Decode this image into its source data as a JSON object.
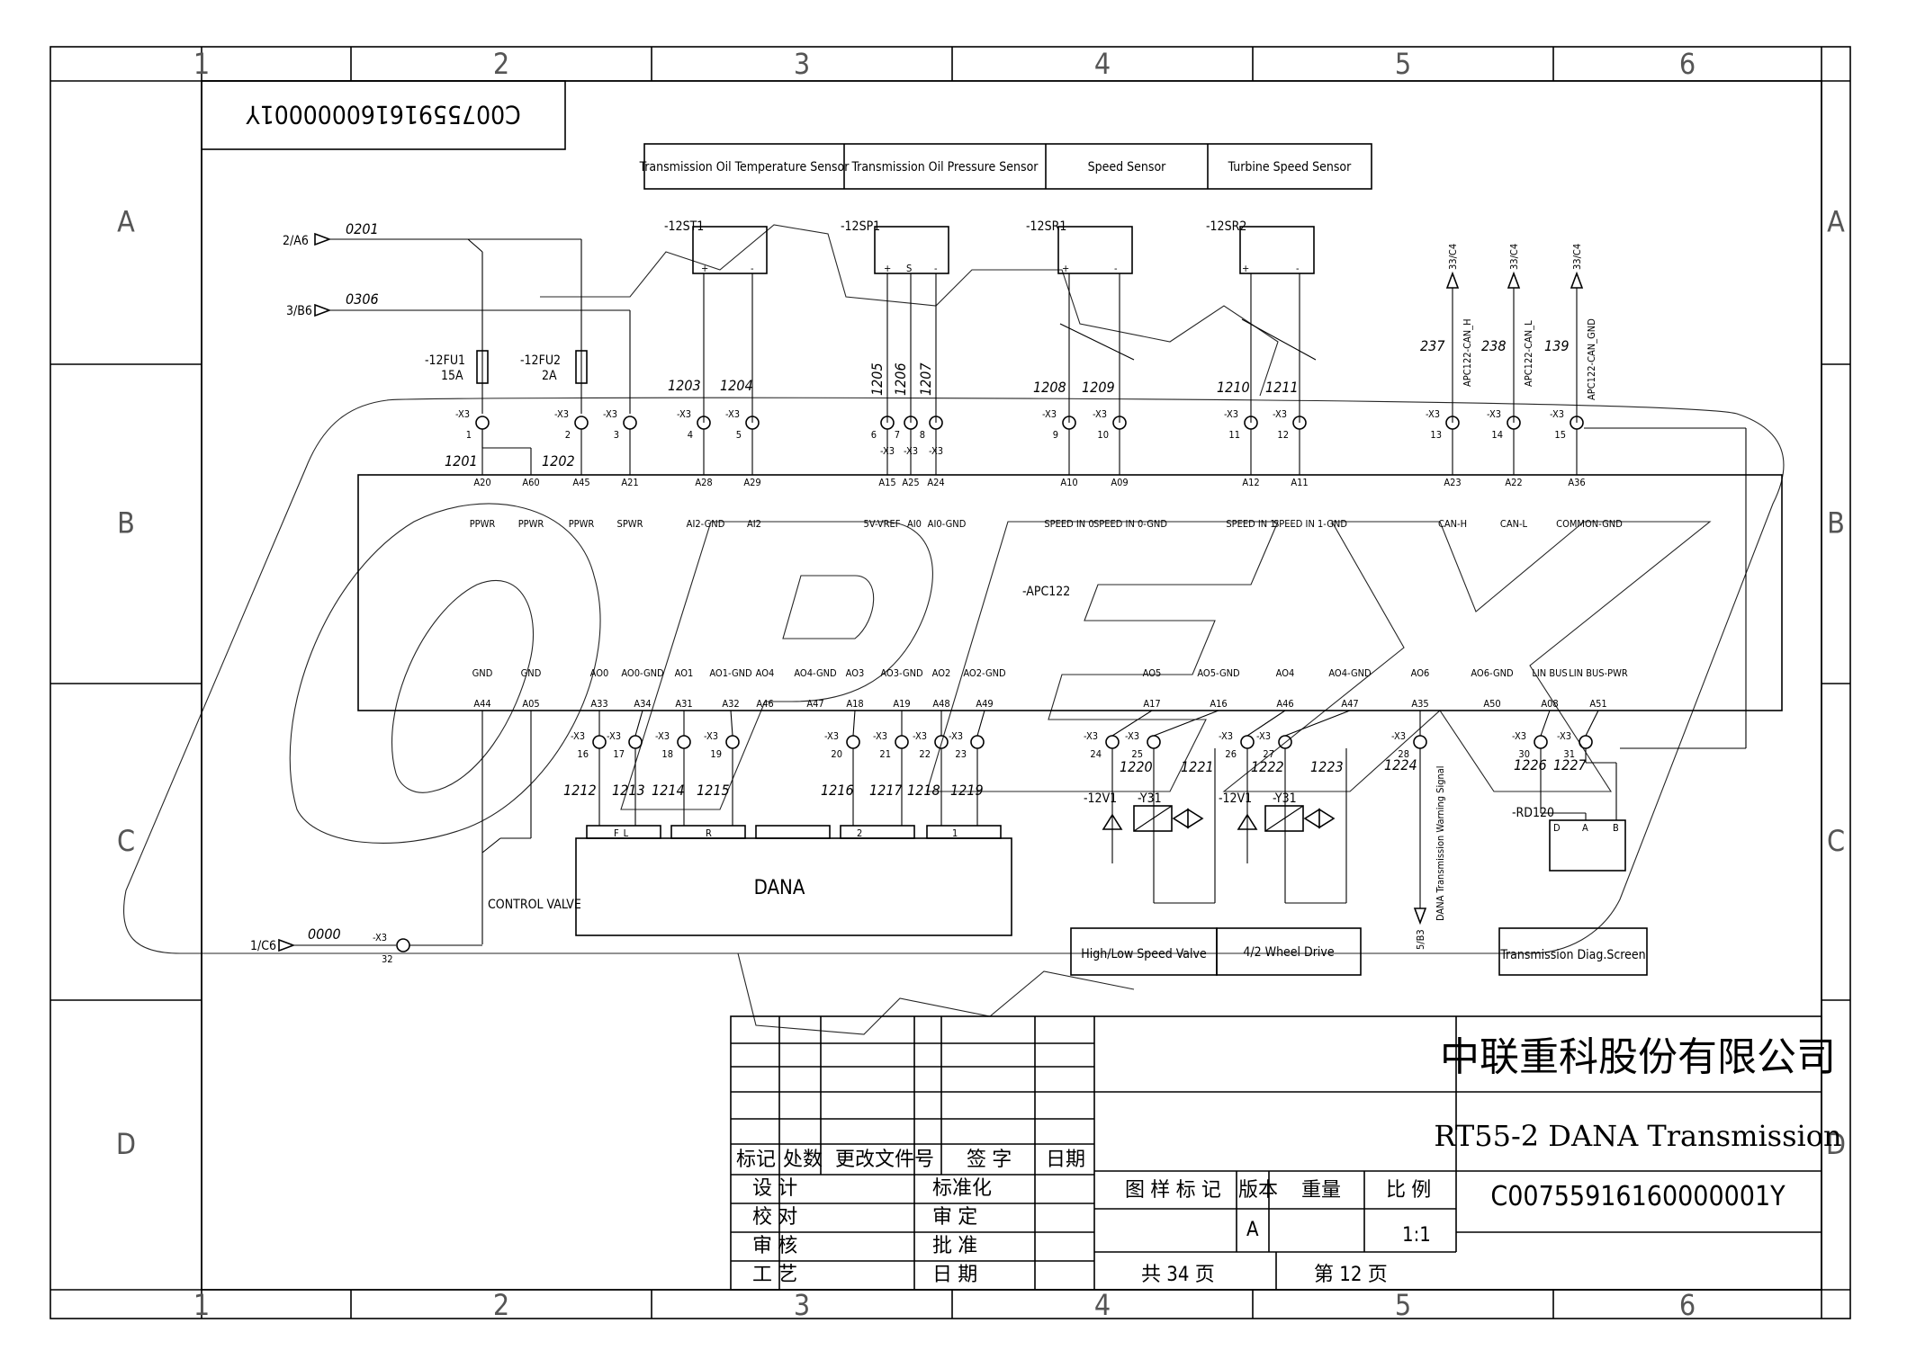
{
  "drawing_code": "C00755916160000001Y",
  "grid": {
    "columns": [
      "1",
      "2",
      "3",
      "4",
      "5",
      "6"
    ],
    "rows": [
      "A",
      "B",
      "C",
      "D"
    ]
  },
  "sensor_labels": [
    "Transmission Oil Temperature Sensor",
    "Transmission Oil Pressure Sensor",
    "Speed Sensor",
    "Turbine Speed Sensor"
  ],
  "sensors": [
    {
      "ref": "-12ST1",
      "pins": [
        "+",
        "-"
      ]
    },
    {
      "ref": "-12SP1",
      "pins": [
        "+",
        "S",
        "-"
      ]
    },
    {
      "ref": "-12SR1",
      "pins": [
        "+",
        "-"
      ]
    },
    {
      "ref": "-12SR2",
      "pins": [
        "+",
        "-"
      ]
    }
  ],
  "power_refs": [
    {
      "ref": "2/A6",
      "wire": "0201"
    },
    {
      "ref": "3/B6",
      "wire": "0306"
    }
  ],
  "fuses": [
    {
      "ref": "-12FU1",
      "rating": "15A"
    },
    {
      "ref": "-12FU2",
      "rating": "2A"
    }
  ],
  "can_refs": [
    {
      "sheet": "33/C4",
      "wire": "237",
      "signal": "APC122-CAN_H"
    },
    {
      "sheet": "33/C4",
      "wire": "238",
      "signal": "APC122-CAN_L"
    },
    {
      "sheet": "33/C4",
      "wire": "139",
      "signal": "APC122-CAN_GND"
    }
  ],
  "x3_label": "-X3",
  "top_terminals": [
    "1",
    "2",
    "3",
    "4",
    "5",
    "6",
    "7",
    "8",
    "9",
    "10",
    "11",
    "12",
    "13",
    "14",
    "15"
  ],
  "top_wires": [
    "1201",
    "1202",
    "1203",
    "1204",
    "1205",
    "1206",
    "1207",
    "1208",
    "1209",
    "1210",
    "1211"
  ],
  "controller": {
    "ref": "-APC122",
    "top_pins": [
      "A20",
      "A60",
      "A45",
      "A21",
      "A28",
      "A29",
      "A15",
      "A25",
      "A24",
      "A10",
      "A09",
      "A12",
      "A11",
      "A23",
      "A22",
      "A36"
    ],
    "top_signals": [
      "PPWR",
      "PPWR",
      "PPWR",
      "SPWR",
      "AI2-GND",
      "AI2",
      "5V-VREF",
      "AI0",
      "AI0-GND",
      "SPEED IN 0",
      "SPEED IN 0-GND",
      "SPEED IN 1",
      "SPEED IN 1-GND",
      "CAN-H",
      "CAN-L",
      "COMMON-GND"
    ],
    "bottom_signals": [
      "GND",
      "GND",
      "AO0",
      "AO0-GND",
      "AO1",
      "AO1-GND",
      "AO4",
      "AO4-GND",
      "AO3",
      "AO3-GND",
      "AO2",
      "AO2-GND",
      "AO5",
      "AO5-GND",
      "AO4",
      "AO4-GND",
      "AO6",
      "AO6-GND",
      "LIN BUS",
      "LIN BUS-PWR"
    ],
    "bottom_pins": [
      "A44",
      "A05",
      "A33",
      "A34",
      "A31",
      "A32",
      "A46",
      "A47",
      "A18",
      "A19",
      "A48",
      "A49",
      "A17",
      "A16",
      "A46",
      "A47",
      "A35",
      "A50",
      "A08",
      "A51"
    ]
  },
  "bottom_terminals": [
    "16",
    "17",
    "18",
    "19",
    "20",
    "21",
    "22",
    "23",
    "24",
    "25",
    "26",
    "27",
    "28",
    "30",
    "31"
  ],
  "bottom_wires": [
    "1212",
    "1213",
    "1214",
    "1215",
    "1216",
    "1217",
    "1218",
    "1219",
    "1220",
    "1221",
    "1222",
    "1223",
    "1224",
    "1226",
    "1227"
  ],
  "dana": {
    "label": "DANA",
    "pins": [
      "F_L",
      "R",
      "",
      "2",
      "1"
    ]
  },
  "control_valve": "CONTROL VALVE",
  "ground_ref": {
    "sheet": "1/C6",
    "wire": "0000",
    "terminal": "32"
  },
  "valves": [
    "-12V1",
    "-Y31",
    "-12V1",
    "-Y31"
  ],
  "warning_signal": "DANA Transmission Warning Signal",
  "warning_ref": "5/B3",
  "rd": {
    "ref": "-RD120",
    "pins": [
      "D",
      "A",
      "B"
    ]
  },
  "bottom_labels": [
    "High/Low Speed Valve",
    "4/2 Wheel Drive",
    "Transmission Diag.Screen"
  ],
  "title_block": {
    "company": "中联重科股份有限公司",
    "title": "RT55-2 DANA Transmission",
    "code": "C00755916160000001Y",
    "rev_headers": [
      "标记",
      "处数",
      "更改文件号",
      "签 字",
      "日期"
    ],
    "left_rows": [
      "设 计",
      "校 对",
      "审 核",
      "工 艺"
    ],
    "mid_rows": [
      "标准化",
      "审 定",
      "批 准",
      "日 期"
    ],
    "drawing_mark": "图 样 标 记",
    "version_label": "版本",
    "weight_label": "重量",
    "scale_label": "比 例",
    "version": "A",
    "scale": "1:1",
    "total_pages": "共 34 页",
    "page": "第 12 页"
  }
}
